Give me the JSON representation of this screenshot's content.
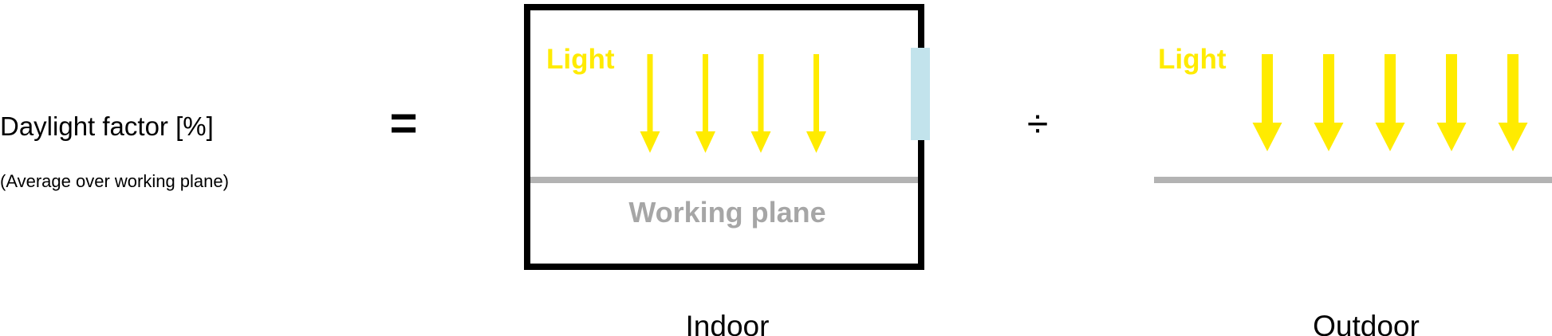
{
  "formula": {
    "lhs_title": "Daylight factor [%]",
    "lhs_subtitle": "(Average over working plane)",
    "equals": "=",
    "divide": "÷"
  },
  "indoor": {
    "light_label": "Light",
    "plane_label": "Working plane",
    "caption": "Indoor",
    "arrow_count": 4
  },
  "outdoor": {
    "light_label": "Light",
    "caption": "Outdoor",
    "arrow_count": 5
  },
  "colors": {
    "light": "#FFEB00",
    "plane": "#B3B3B3",
    "window": "#C2E3EC",
    "wall": "#000000"
  }
}
